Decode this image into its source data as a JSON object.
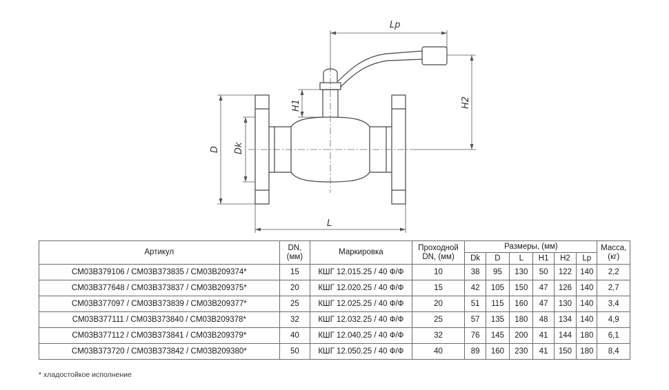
{
  "drawing": {
    "dimension_labels": {
      "lp": "Lp",
      "h1": "H1",
      "h2": "H2",
      "d": "D",
      "dk": "Dk",
      "l": "L"
    }
  },
  "table": {
    "headers": {
      "article": "Артикул",
      "dn": "DN, (мм)",
      "marking": "Маркировка",
      "passage": "Проходной DN, (мм)",
      "dimensions": "Размеры, (мм)",
      "mass": "Масса, (кг)"
    },
    "sub_headers": [
      "Dk",
      "D",
      "L",
      "H1",
      "H2",
      "Lp"
    ],
    "rows": [
      {
        "article": "CM03B379106 / CM03B373835 / CM03B209374*",
        "dn": "15",
        "marking": "КШГ 12.015.25 / 40 Ф/Ф",
        "passage": "10",
        "dk": "38",
        "d": "95",
        "l": "130",
        "h1": "50",
        "h2": "122",
        "lp": "140",
        "mass": "2,2"
      },
      {
        "article": "CM03B377648 / CM03B373837 / CM03B209375*",
        "dn": "20",
        "marking": "КШГ 12.020.25 / 40 Ф/Ф",
        "passage": "15",
        "dk": "42",
        "d": "105",
        "l": "150",
        "h1": "47",
        "h2": "126",
        "lp": "140",
        "mass": "2,7"
      },
      {
        "article": "CM03B377097 / CM03B373839 / CM03B209377*",
        "dn": "25",
        "marking": "КШГ 12.025.25 / 40 Ф/Ф",
        "passage": "20",
        "dk": "51",
        "d": "115",
        "l": "160",
        "h1": "47",
        "h2": "130",
        "lp": "140",
        "mass": "3,4"
      },
      {
        "article": "CM03B377111 / CM03B373840 / CM03B209378*",
        "dn": "32",
        "marking": "КШГ 12.032.25 / 40 Ф/Ф",
        "passage": "25",
        "dk": "57",
        "d": "135",
        "l": "180",
        "h1": "48",
        "h2": "134",
        "lp": "140",
        "mass": "4,9"
      },
      {
        "article": "CM03B377112 / CM03B373841 / CM03B209379*",
        "dn": "40",
        "marking": "КШГ 12.040.25 / 40 Ф/Ф",
        "passage": "32",
        "dk": "76",
        "d": "145",
        "l": "200",
        "h1": "41",
        "h2": "144",
        "lp": "180",
        "mass": "6,1"
      },
      {
        "article": "CM03B373720 / CM03B373842 / CM03B209380*",
        "dn": "50",
        "marking": "КШГ 12.050.25 / 40 Ф/Ф",
        "passage": "40",
        "dk": "89",
        "d": "160",
        "l": "230",
        "h1": "41",
        "h2": "150",
        "lp": "180",
        "mass": "8,4"
      }
    ]
  },
  "footnote": "* хладостойкое исполнение"
}
